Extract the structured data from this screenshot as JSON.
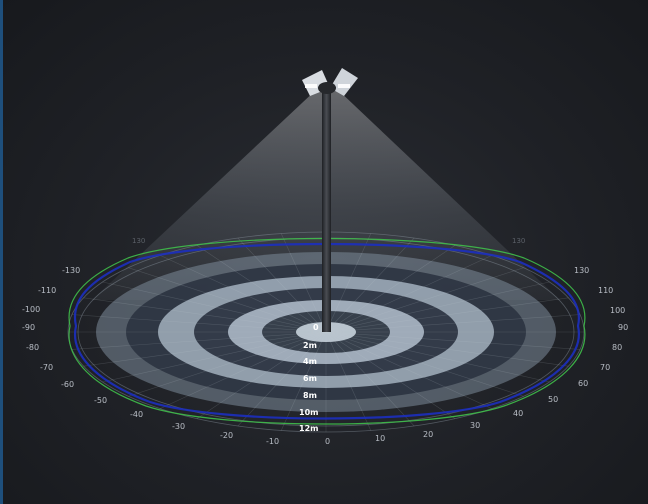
{
  "angle_labels": {
    "right": [
      "0",
      "10",
      "20",
      "30",
      "40",
      "50",
      "60",
      "70",
      "80",
      "90",
      "100",
      "110",
      "130"
    ],
    "left": [
      "-10",
      "-20",
      "-30",
      "-40",
      "-50",
      "-60",
      "-70",
      "-80",
      "-90",
      "-100",
      "-110",
      "-130"
    ],
    "faint_top": [
      "130",
      "130"
    ]
  },
  "distance_labels": [
    "0",
    "2m",
    "4m",
    "6m",
    "8m",
    "10m",
    "12m"
  ],
  "colors": {
    "background": "#1f2126",
    "beam": "#c8d4e0",
    "ring_light": "#9fb0c0",
    "ring_dark": "#2b3340",
    "curve_green": "#3fbf4a",
    "curve_blue": "#1c2fbf",
    "pole": "#2a2c30"
  },
  "icons": {
    "lamp_head": "lamp-head-icon",
    "pole": "pole-icon"
  }
}
